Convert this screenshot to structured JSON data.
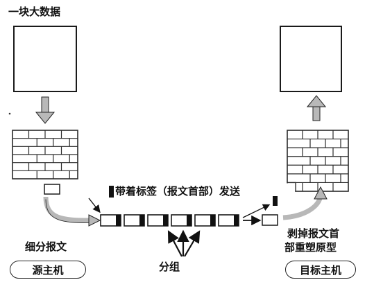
{
  "title_block": "一块大数据",
  "label_split": "细分报文",
  "label_source": "源主机",
  "label_tagged": "带着标签（报文首部）发送",
  "label_packets": "分组",
  "label_strip": [
    "剥掉报文首",
    "部重塑原型"
  ],
  "label_target": "目标主机",
  "colors": {
    "ink": "#1a1a1a",
    "arrow_fill": "#b8b8b8",
    "bar": "#111111",
    "brick_line": "#2a2a2a"
  },
  "packet_count": 6,
  "icons": [
    "down-arrow-icon",
    "up-arrow-icon",
    "curved-arrow-icon",
    "brick-wall-icon"
  ]
}
